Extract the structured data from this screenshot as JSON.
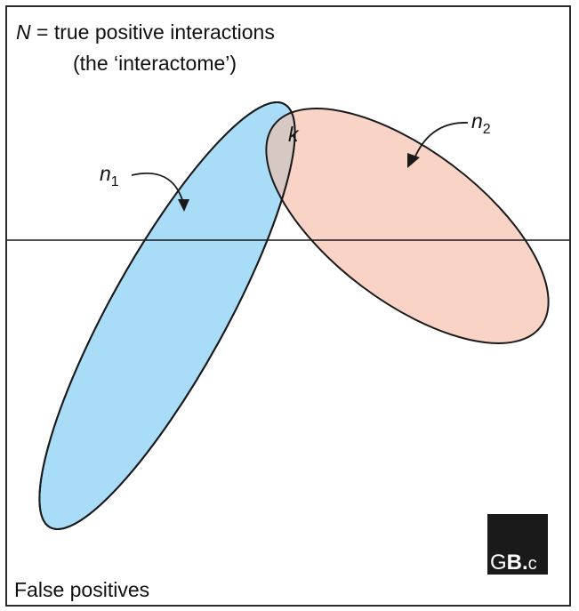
{
  "title": {
    "symbol": "N",
    "line1_rest": " = true positive interactions",
    "line2": "(the ‘interactome’)"
  },
  "regions": {
    "set1_label_var": "n",
    "set1_label_sub": "1",
    "set2_label_var": "n",
    "set2_label_sub": "2",
    "overlap_label": "k"
  },
  "bottom_label": "False positives",
  "logo": {
    "text_prefix": "G",
    "text_bold": "B.",
    "text_suffix": "c"
  },
  "colors": {
    "set1_fill": "#a8dcf7",
    "set2_fill": "#f8d3c6",
    "overlap_fill": "#d6c8c2",
    "outline": "#1a1a1a",
    "logo_bg": "#1a1a1a"
  }
}
